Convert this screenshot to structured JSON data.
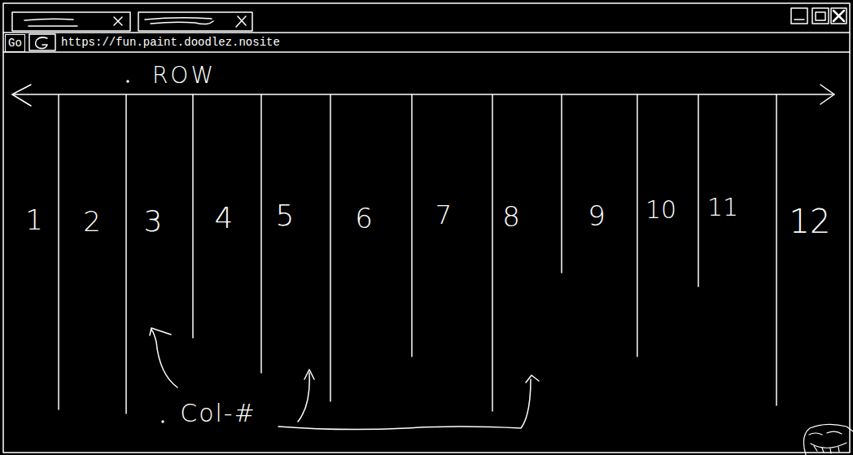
{
  "diagram": {
    "nodes": [
      {
        "text": [
          "Go"
        ]
      },
      {
        "text": [
          "https://fun.paint.doodlez.nosite"
        ]
      }
    ],
    "labels": [
      "ROW",
      "1",
      "2",
      "3",
      "4",
      "5",
      "6",
      "7",
      "8",
      "9",
      "10",
      "11",
      "12",
      "Col-#"
    ]
  }
}
